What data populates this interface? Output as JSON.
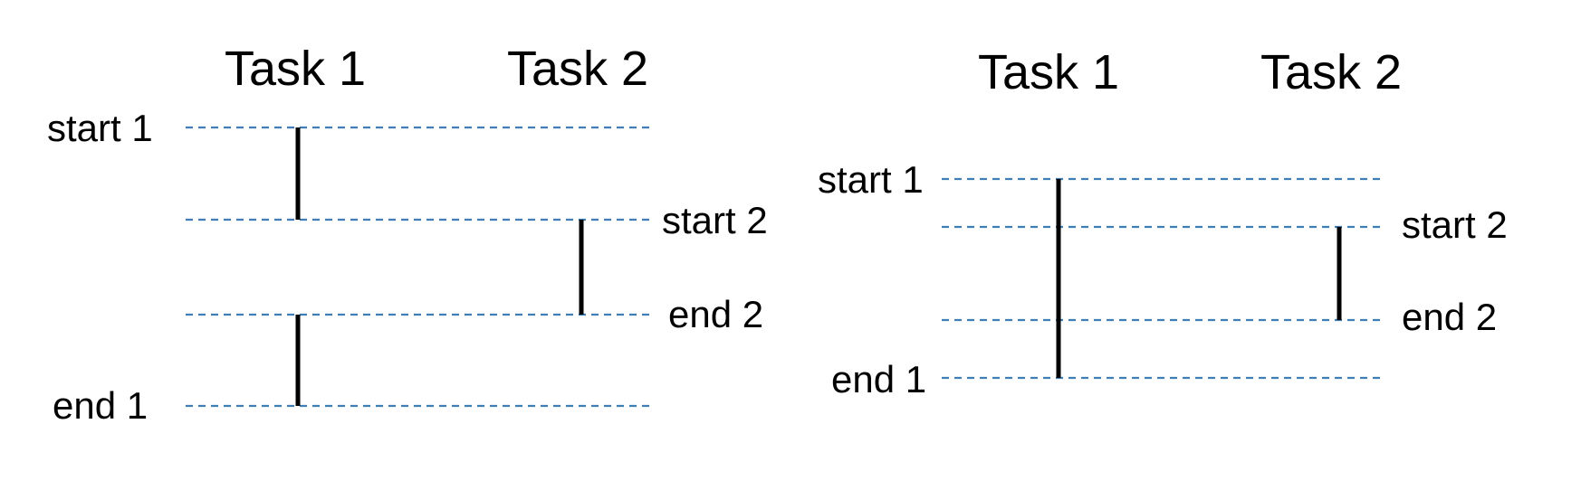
{
  "panels": [
    {
      "task_headers": [
        "Task 1",
        "Task 2"
      ],
      "labels": {
        "start_1": "start 1",
        "start_2": "start 2",
        "end_2": "end 2",
        "end_1": "end 1"
      }
    },
    {
      "task_headers": [
        "Task 1",
        "Task 2"
      ],
      "labels": {
        "start_1": "start 1",
        "start_2": "start 2",
        "end_2": "end 2",
        "end_1": "end 1"
      }
    }
  ],
  "colors": {
    "guide_line": "#3f7fb6",
    "task_bar": "#000000",
    "text": "#000000"
  }
}
